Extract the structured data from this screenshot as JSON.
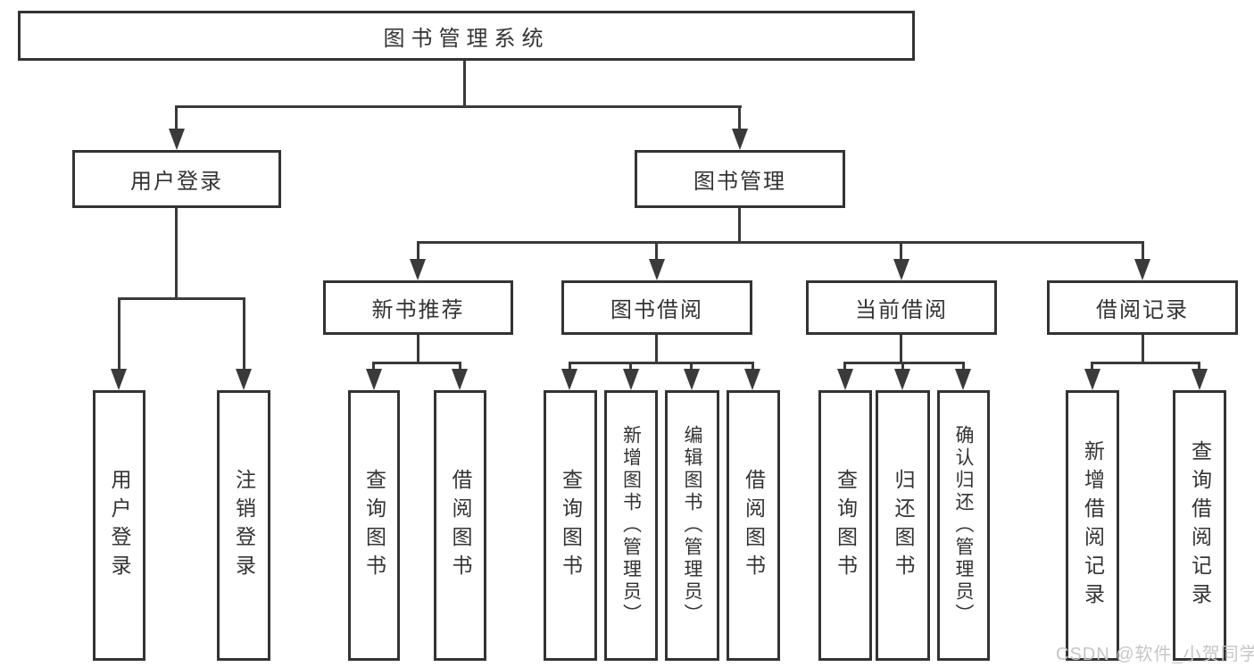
{
  "tree": {
    "label": "图书管理系统",
    "children": [
      {
        "label": "用户登录",
        "children": [
          {
            "label": "用户登录"
          },
          {
            "label": "注销登录"
          }
        ]
      },
      {
        "label": "图书管理",
        "children": [
          {
            "label": "新书推荐",
            "children": [
              {
                "label": "查询图书"
              },
              {
                "label": "借阅图书"
              }
            ]
          },
          {
            "label": "图书借阅",
            "children": [
              {
                "label": "查询图书"
              },
              {
                "label": "新增图书（管理员）"
              },
              {
                "label": "编辑图书（管理员）"
              },
              {
                "label": "借阅图书"
              }
            ]
          },
          {
            "label": "当前借阅",
            "children": [
              {
                "label": "查询图书"
              },
              {
                "label": "归还图书"
              },
              {
                "label": "确认归还（管理员）"
              }
            ]
          },
          {
            "label": "借阅记录",
            "children": [
              {
                "label": "新增借阅记录"
              },
              {
                "label": "查询借阅记录"
              }
            ]
          }
        ]
      }
    ]
  },
  "watermark": {
    "text": "CSDN @软件_小贺同学"
  },
  "colors": {
    "line": "#3a3a3a",
    "border": "#333333",
    "text": "#333333",
    "background": "#ffffff",
    "watermark": "#c7c5c5"
  }
}
